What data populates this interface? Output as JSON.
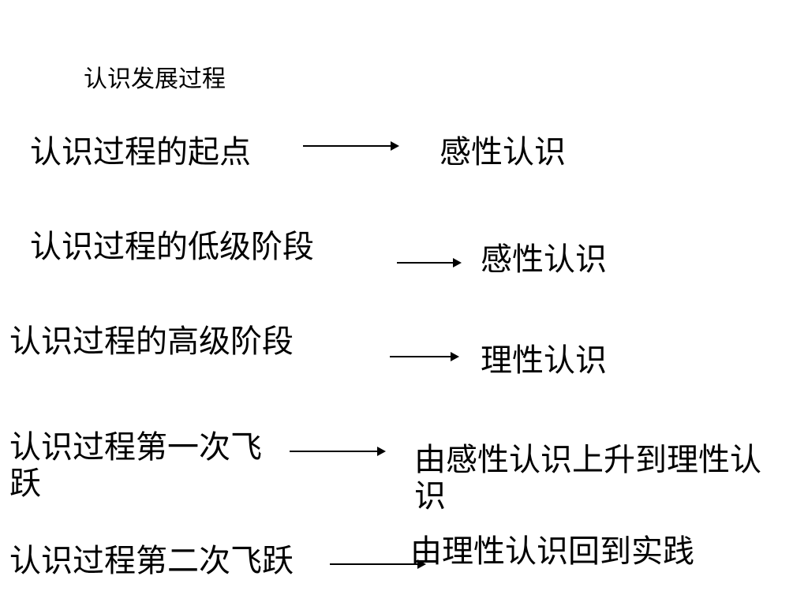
{
  "title": "认识发展过程",
  "rows": [
    {
      "left": "认识过程的起点",
      "right": "感性认识"
    },
    {
      "left": "认识过程的低级阶段",
      "right": "感性认识"
    },
    {
      "left": "认识过程的高级阶段",
      "right": "理性认识"
    },
    {
      "left": "认识过程第一次飞跃",
      "right": "由感性认识上升到理性认识"
    },
    {
      "left": "认识过程第二次飞跃",
      "right": "由理性认识回到实践"
    }
  ]
}
